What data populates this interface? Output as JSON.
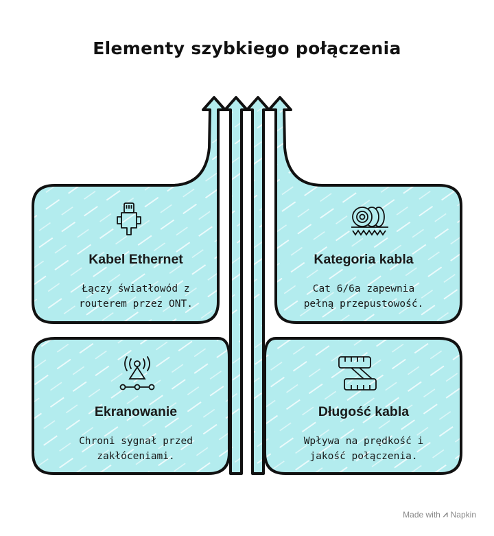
{
  "title": "Elementy szybkiego połączenia",
  "colors": {
    "fill": "#b3ecee",
    "stroke": "#111111",
    "accent": "#ffffff"
  },
  "cards": [
    {
      "title": "Kabel Ethernet",
      "description_line1": "Łączy światłowód z",
      "description_line2": "routerem przez ONT.",
      "icon": "ethernet-connector-icon"
    },
    {
      "title": "Kategoria kabla",
      "description_line1": "Cat 6/6a zapewnia",
      "description_line2": "pełną przepustowość.",
      "icon": "cable-reel-icon"
    },
    {
      "title": "Ekranowanie",
      "description_line1": "Chroni sygnał przed",
      "description_line2": "zakłóceniami.",
      "icon": "signal-tower-icon"
    },
    {
      "title": "Długość kabla",
      "description_line1": "Wpływa na prędkość i",
      "description_line2": "jakość połączenia.",
      "icon": "measuring-tape-icon"
    }
  ],
  "footer": {
    "made_with": "Made with",
    "brand": "Napkin"
  }
}
